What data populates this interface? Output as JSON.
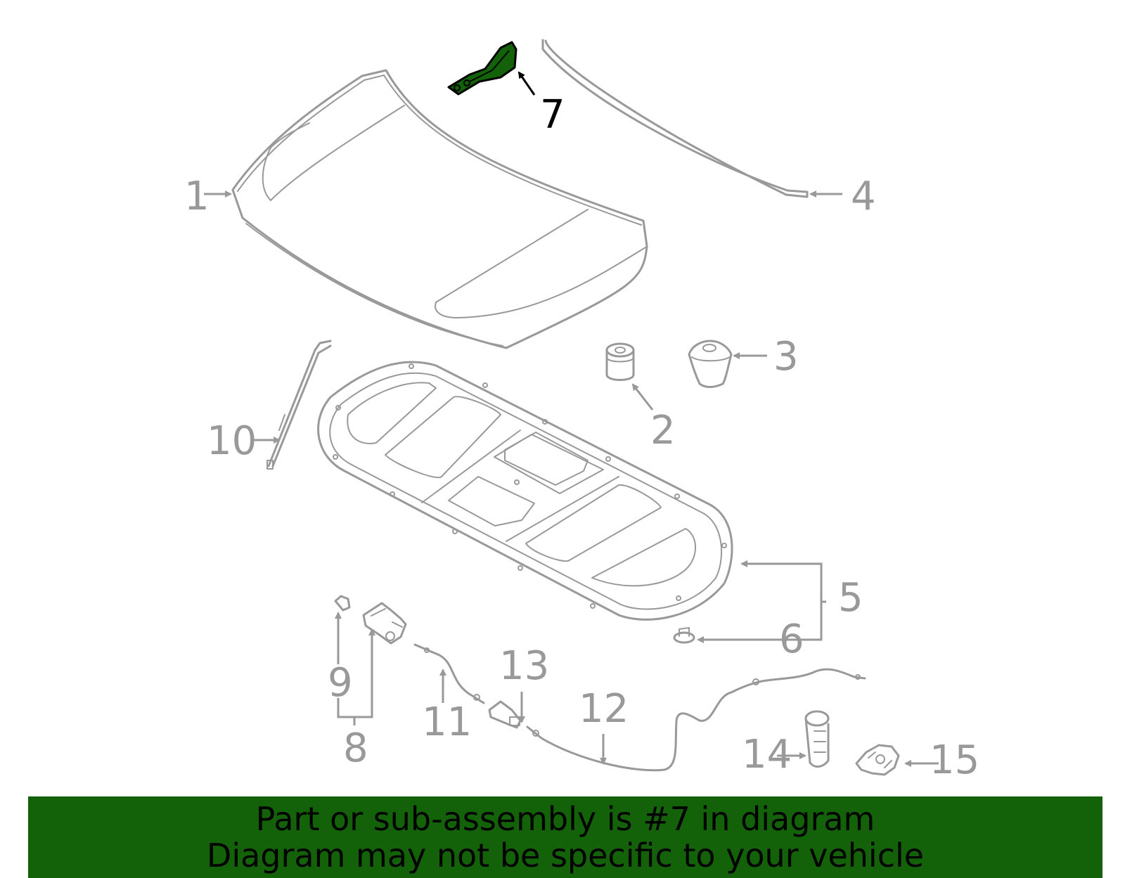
{
  "diagram": {
    "highlighted_part": "7",
    "highlight_color": "#136108",
    "callouts": [
      {
        "id": "1",
        "label": "1"
      },
      {
        "id": "2",
        "label": "2"
      },
      {
        "id": "3",
        "label": "3"
      },
      {
        "id": "4",
        "label": "4"
      },
      {
        "id": "5",
        "label": "5"
      },
      {
        "id": "6",
        "label": "6"
      },
      {
        "id": "7",
        "label": "7"
      },
      {
        "id": "8",
        "label": "8"
      },
      {
        "id": "9",
        "label": "9"
      },
      {
        "id": "10",
        "label": "10"
      },
      {
        "id": "11",
        "label": "11"
      },
      {
        "id": "12",
        "label": "12"
      },
      {
        "id": "13",
        "label": "13"
      },
      {
        "id": "14",
        "label": "14"
      },
      {
        "id": "15",
        "label": "15"
      }
    ]
  },
  "banner": {
    "line1": "Part or sub-assembly is #7 in diagram",
    "line2": "Diagram may not be specific to your vehicle",
    "background_color": "#136108"
  }
}
